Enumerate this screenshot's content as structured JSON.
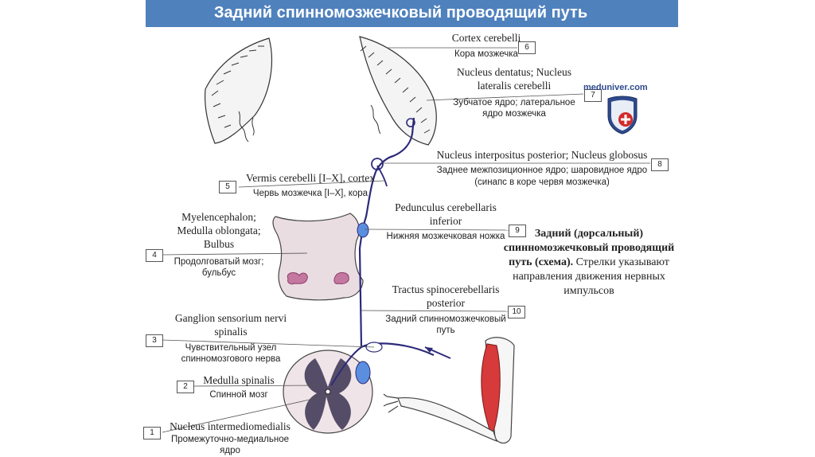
{
  "title": "Задний спинномозжечковый проводящий путь",
  "watermark": "meduniver.com",
  "colors": {
    "title_bar": "#4f81bd",
    "pathway": "#2d2a7a",
    "muscle": "#d03030",
    "nucleus": "#5c8ee0",
    "tissue": "#e9d7dd"
  },
  "labels": [
    {
      "number": "6",
      "latin": [
        "Cortex cerebelli"
      ],
      "russian": [
        "Кора мозжечка"
      ]
    },
    {
      "number": "7",
      "latin": [
        "Nucleus dentatus; Nucleus",
        "lateralis cerebelli"
      ],
      "russian": [
        "Зубчатое ядро; латеральное",
        "ядро мозжечка"
      ]
    },
    {
      "number": "8",
      "latin": [
        "Nucleus interpositus posterior; Nucleus globosus"
      ],
      "russian": [
        "Заднее межпозиционное ядро; шаровидное ядро",
        "(синапс в коре червя мозжечка)"
      ]
    },
    {
      "number": "5",
      "latin": [
        "Vermis cerebelli [I–X], cortex"
      ],
      "russian": [
        "Червь мозжечка [I–X], кора"
      ]
    },
    {
      "number": "9",
      "latin": [
        "Pedunculus cerebellaris",
        "inferior"
      ],
      "russian": [
        "Нижняя мозжечковая ножка"
      ]
    },
    {
      "number": "4",
      "latin": [
        "Myelencephalon;",
        "Medulla oblongata;",
        "Bulbus"
      ],
      "russian": [
        "Продолговатый мозг;",
        "бульбус"
      ]
    },
    {
      "number": "10",
      "latin": [
        "Tractus spinocerebellaris",
        "posterior"
      ],
      "russian": [
        "Задний спинномозжечковый",
        "путь"
      ]
    },
    {
      "number": "3",
      "latin": [
        "Ganglion sensorium nervi",
        "spinalis"
      ],
      "russian": [
        "Чувствительный узел",
        "спинномозгового нерва"
      ]
    },
    {
      "number": "2",
      "latin": [
        "Medulla spinalis"
      ],
      "russian": [
        "Спинной мозг"
      ]
    },
    {
      "number": "1",
      "latin": [
        "Nucleus intermediomedialis"
      ],
      "russian": [
        "Промежуточно-медиальное",
        "ядро"
      ]
    }
  ],
  "caption": {
    "bold": "Задний (дорсальный) спинномозжечковый проводящий путь (схема).",
    "normal": "Стрелки указывают направления движения нервных импульсов"
  }
}
